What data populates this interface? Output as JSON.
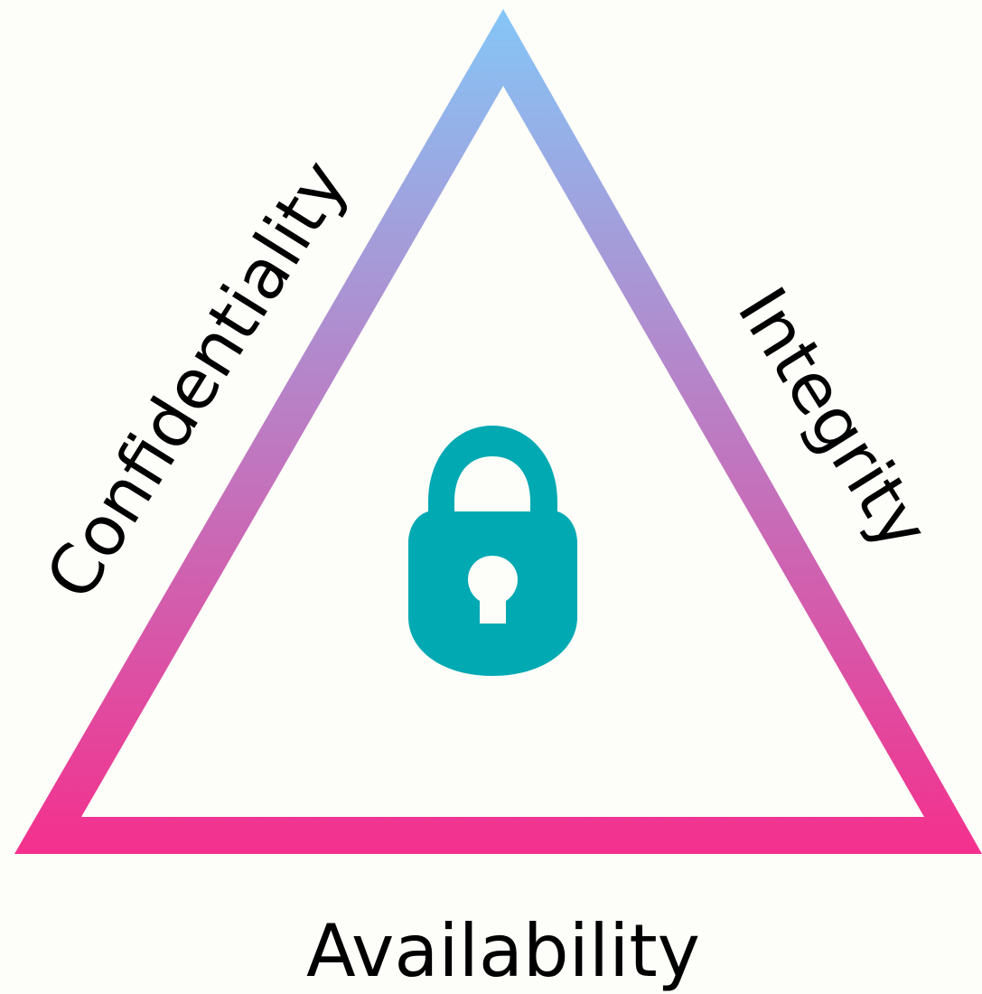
{
  "diagram": {
    "labels": {
      "left": "Confidentiality",
      "right": "Integrity",
      "bottom": "Availability"
    },
    "center_icon": "padlock-icon",
    "colors": {
      "background": "#fdfdf9",
      "gradient_top": "#85c6f7",
      "gradient_bottom": "#f4308d",
      "lock": "#01a9b3",
      "text": "#000000"
    }
  }
}
